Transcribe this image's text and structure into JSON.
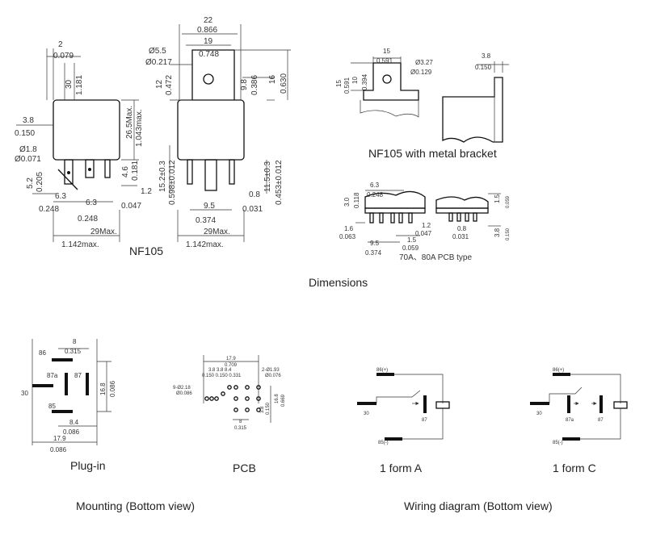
{
  "captions": {
    "nf105": "NF105",
    "bracket": "NF105 with metal bracket",
    "pcb_type": "70A、80A PCB type",
    "dimensions": "Dimensions",
    "plug_in": "Plug-in",
    "pcb": "PCB",
    "form_a": "1 form A",
    "form_c": "1 form C",
    "mounting": "Mounting (Bottom view)",
    "wiring": "Wiring diagram (Bottom view)"
  },
  "side_view": {
    "d2": "2",
    "d0079": "0.079",
    "d30": "30",
    "d1181": "1.181",
    "d38": "3.8",
    "d0150": "0.150",
    "d18": "Ø1.8",
    "d0071": "Ø0.071",
    "d52": "5.2",
    "d0205": "0.205",
    "d63": "6.3",
    "d0248a": "0.248",
    "d63b": "6.3",
    "d0248b": "0.248",
    "d265": "26.5Max.",
    "d1043": "1.043max.",
    "d46": "4.6",
    "d0181": "0.181",
    "d12": "1.2",
    "d0047": "0.047",
    "d29": "29Max.",
    "d1142": "1.142max."
  },
  "front_view": {
    "d22": "22",
    "d0866": "0.866",
    "d19": "19",
    "d0748": "0.748",
    "d55": "Ø5.5",
    "d0217": "Ø0.217",
    "d12": "12",
    "d0472": "0.472",
    "d98": "9.8",
    "d0386": "0.386",
    "d16": "16",
    "d0630": "0.630",
    "d152": "15.2±0.3",
    "d0598": "0.598±0.012",
    "d115": "11.5±0.3",
    "d0453": "0.453±0.012",
    "d08": "0.8",
    "d0031": "0.031",
    "d95": "9.5",
    "d0374": "0.374",
    "d29": "29Max.",
    "d1142": "1.142max."
  },
  "bracket": {
    "d15": "15",
    "d0591": "0.591",
    "d327": "Ø3.27",
    "d0129": "Ø0.129",
    "v15": "15",
    "v0591": "0.591",
    "v10": "10",
    "v0394": "0.394",
    "d38": "3.8",
    "d0150": "0.150"
  },
  "pcb_type": {
    "d63": "6.3",
    "d0248": "0.248",
    "d30": "3.0",
    "d0118": "0.118",
    "d16": "1.6",
    "d0063": "0.063",
    "d12": "1.2",
    "d0047": "0.047",
    "d15": "1.5",
    "d0059": "0.059",
    "d95": "9.5",
    "d0374": "0.374",
    "d08": "0.8",
    "d0031": "0.031",
    "r15": "1.5",
    "r0059": "0.059",
    "d38": "3.8",
    "d0150": "0.150"
  },
  "plug_in": {
    "d8": "8",
    "d0315": "0.315",
    "p86": "86",
    "p87a": "87a",
    "p87": "87",
    "p30": "30",
    "p85": "85",
    "d168": "16.8",
    "d0661": "0.086",
    "d84": "8.4",
    "d0330": "0.086",
    "d179": "17.9",
    "d0705": "0.086"
  },
  "pcb_layout": {
    "d179": "17.9",
    "d0709": "0.709",
    "r1": "3.8  3.8  8.4",
    "r2": "0.150 0.150 0.331",
    "hole": "2-Ø1.93",
    "hole_in": "Ø0.076",
    "hole2": "9-Ø2.18",
    "hole2_in": "Ø0.086",
    "d8": "8",
    "d0315": "0.315",
    "v1": "3.8",
    "v2": "0.150",
    "v3": "16.8",
    "v4": "0.669"
  },
  "wiring_a": {
    "p86": "86(+)",
    "p30": "30",
    "p87": "87",
    "p85": "85(-)"
  },
  "wiring_c": {
    "p86": "86(+)",
    "p30": "30",
    "p87a": "87a",
    "p87": "87",
    "p85": "85(-)"
  }
}
